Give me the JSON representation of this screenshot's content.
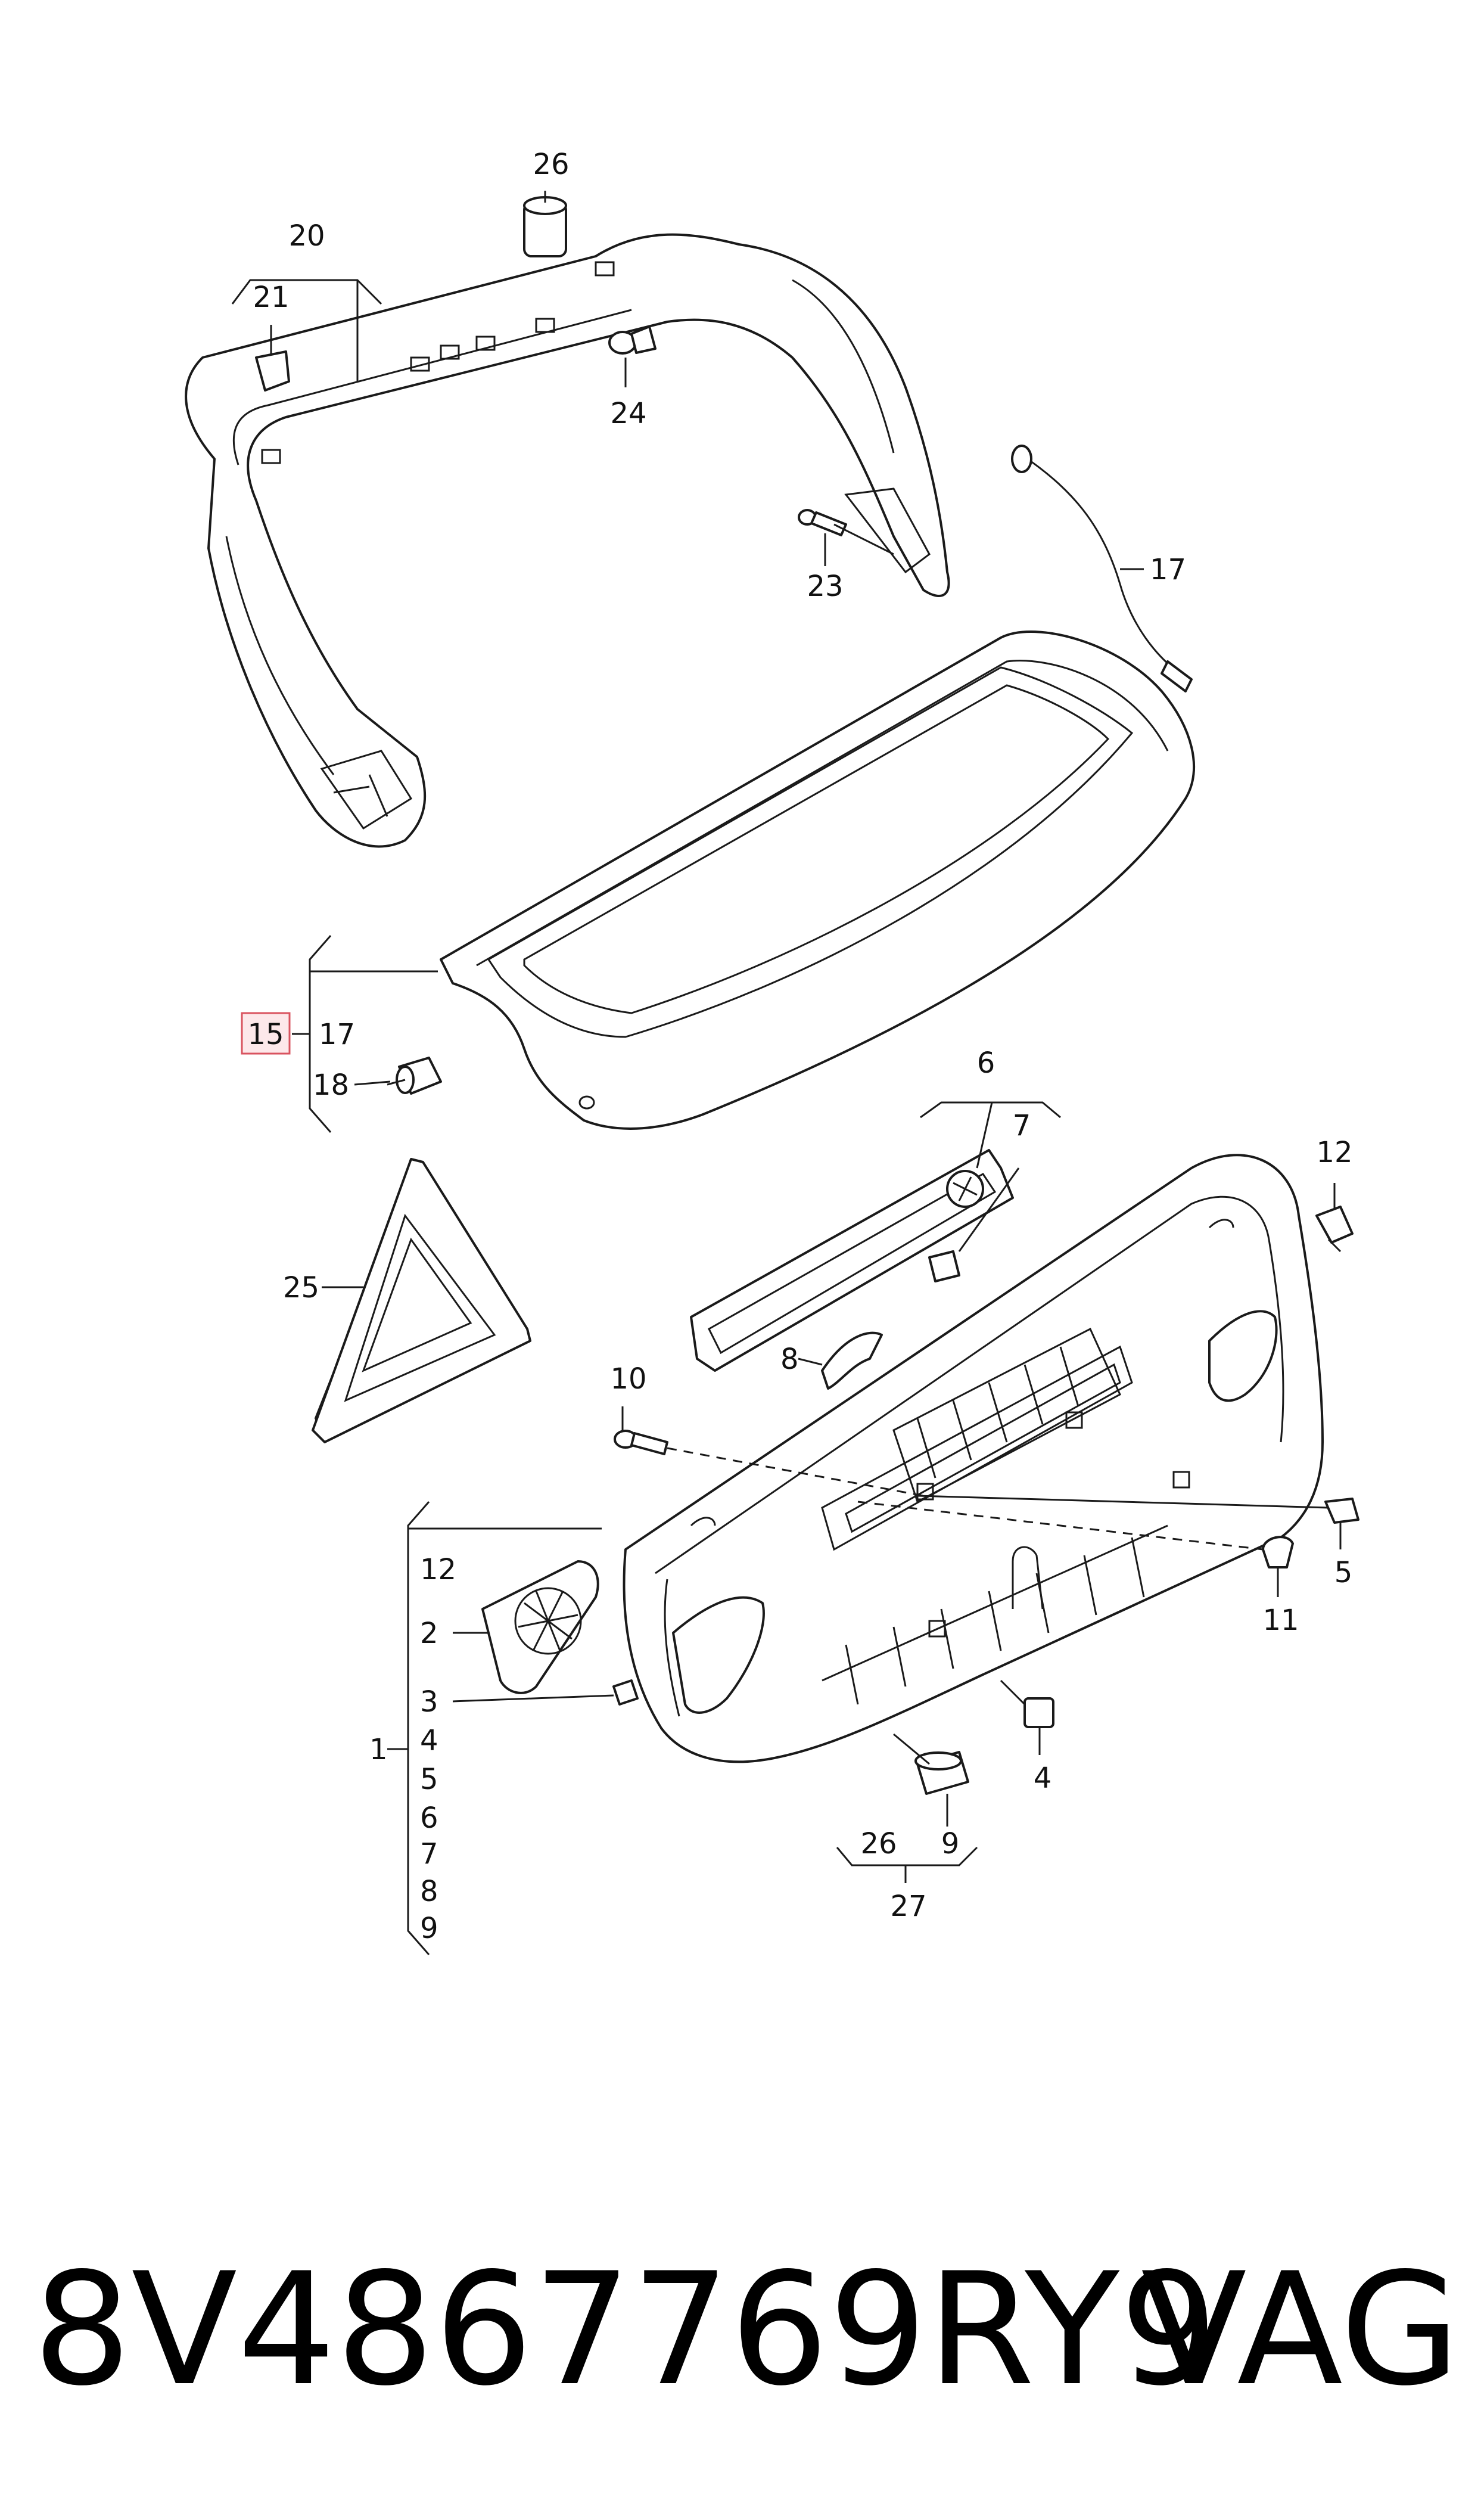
{
  "callouts": {
    "c1": "1",
    "c2": "2",
    "c3": "3",
    "c4a": "4",
    "c4b": "4",
    "c5a": "5",
    "c5b": "5",
    "c6a": "6",
    "c6b": "6",
    "c7a": "7",
    "c7b": "7",
    "c8a": "8",
    "c8b": "8",
    "c9a": "9",
    "c9b": "9",
    "c10": "10",
    "c11": "11",
    "c12a": "12",
    "c12b": "12",
    "c15": "15",
    "c17a": "17",
    "c17b": "17",
    "c18": "18",
    "c20": "20",
    "c21": "21",
    "c23": "23",
    "c24": "24",
    "c25": "25",
    "c26a": "26",
    "c26b": "26",
    "c27": "27"
  },
  "footer": {
    "part_number": "8V4867769RY9",
    "brand": "VAG"
  },
  "colors": {
    "line": "#1a1a1a",
    "highlight_fill": "#fde8ea",
    "highlight_stroke": "#d9535f"
  }
}
